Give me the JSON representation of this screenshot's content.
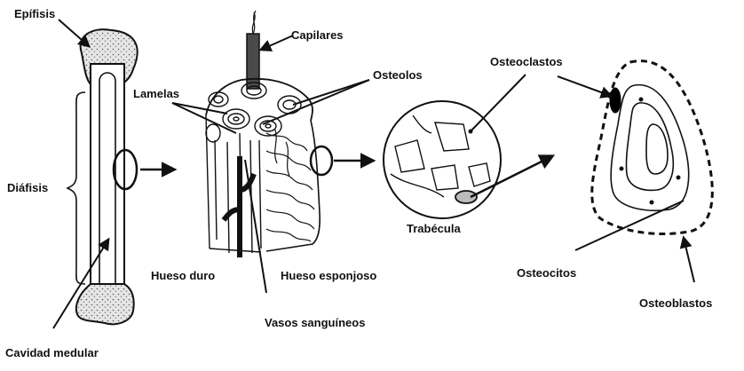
{
  "labels": {
    "epifisis": "Epífisis",
    "diafisis": "Diáfisis",
    "cavidad_medular": "Cavidad medular",
    "capilares": "Capilares",
    "lamelas": "Lamelas",
    "osteolos": "Osteolos",
    "hueso_duro": "Hueso duro",
    "hueso_esponjoso": "Hueso esponjoso",
    "vasos_sanguineos": "Vasos sanguíneos",
    "osteoclastos": "Osteoclastos",
    "trabecula": "Trabécula",
    "osteocitos": "Osteocitos",
    "osteoblastos": "Osteoblastos"
  },
  "colors": {
    "ink": "#111111",
    "stipple_fill": "#d9d9d9",
    "capillary_fill": "#4a4a4a",
    "osteoclast_fill": "#000000"
  }
}
